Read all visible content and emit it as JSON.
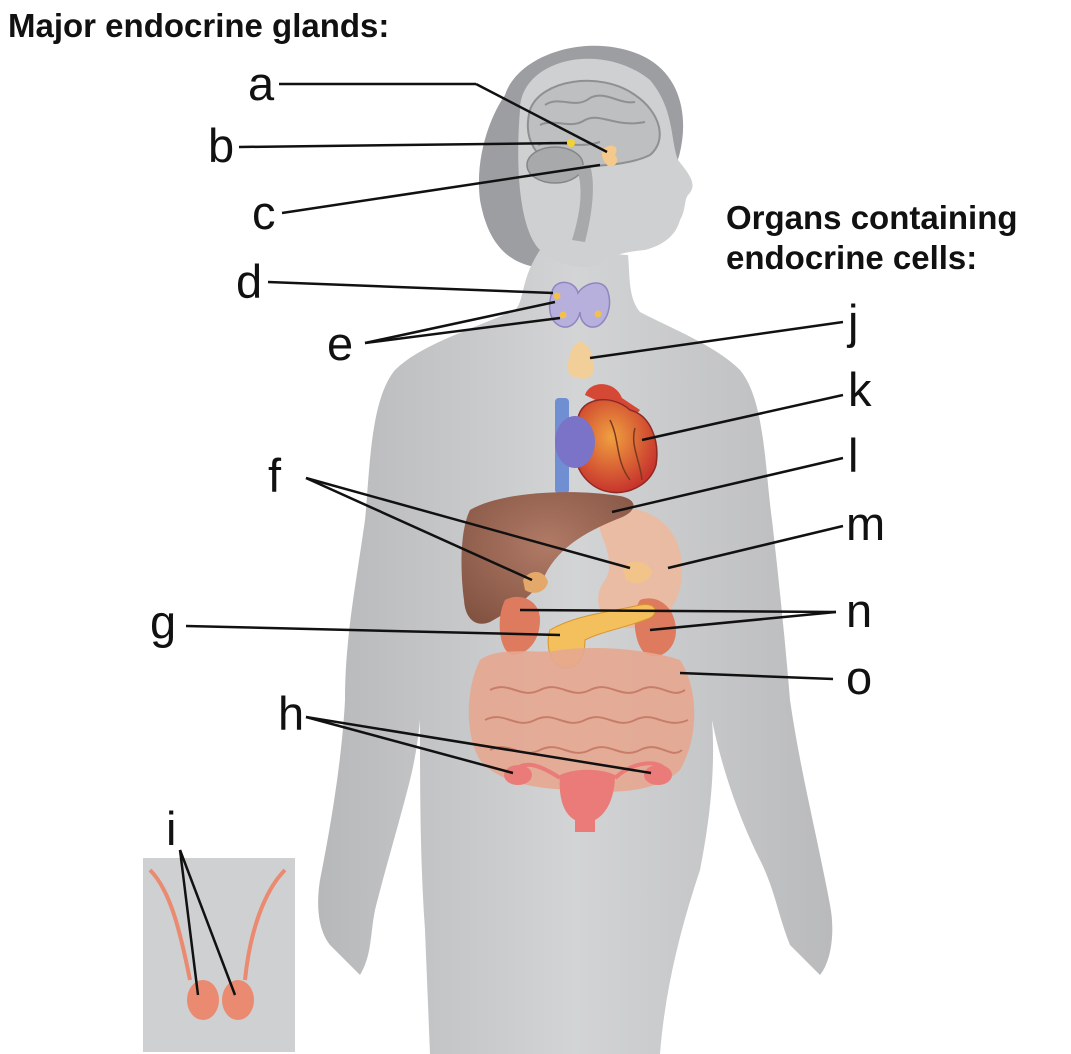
{
  "headings": {
    "major_glands": "Major endocrine glands:",
    "organs_with_cells": "Organs containing endocrine cells:"
  },
  "labels": {
    "a": "a",
    "b": "b",
    "c": "c",
    "d": "d",
    "e": "e",
    "f": "f",
    "g": "g",
    "h": "h",
    "i": "i",
    "j": "j",
    "k": "k",
    "l": "l",
    "m": "m",
    "n": "n",
    "o": "o"
  },
  "colors": {
    "skin": "#c9cacb",
    "skin_shadow": "#a9aaac",
    "brain": "#bdbec0",
    "pituitary": "#f4c98c",
    "pineal": "#f2d233",
    "thyroid": "#b8b0dc",
    "thymus": "#f2cf99",
    "heart": "#d8453a",
    "vessels_blue": "#6f8fd2",
    "liver": "#9a6552",
    "stomach": "#efb99b",
    "pancreas": "#f4bf5d",
    "kidney": "#de7a5e",
    "intestine": "#e6a790",
    "ovary": "#ea7b78",
    "testis": "#ea8a70",
    "leader_line": "#111111"
  }
}
